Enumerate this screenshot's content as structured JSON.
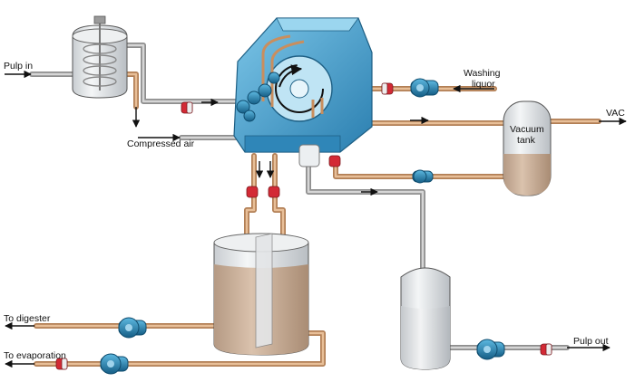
{
  "labels": {
    "pulp_in": "Pulp in",
    "compressed_air": "Compressed air",
    "washing_liquor_1": "Washing",
    "washing_liquor_2": "liquor",
    "vac": "VAC",
    "vacuum_tank_1": "Vacuum",
    "vacuum_tank_2": "tank",
    "to_digester": "To digester",
    "to_evaporation": "To evaporation",
    "pulp_out": "Pulp out"
  },
  "colors": {
    "pipe_gray": "#a8a8a8",
    "pipe_tan": "#cf9a6e",
    "liquor": "#c9ad96",
    "liquor_dark": "#b5947a",
    "pump_blue": "#2a86b5",
    "pump_dark": "#155e86",
    "valve_red": "#d32a35",
    "washer_blue": "#3fa3d3",
    "glass": "#dfe3e6"
  },
  "icons": {
    "pump": "centrifugal-pump-icon",
    "valve": "valve-icon",
    "washer": "drum-washer-icon",
    "mixer": "mixing-tank-icon"
  }
}
